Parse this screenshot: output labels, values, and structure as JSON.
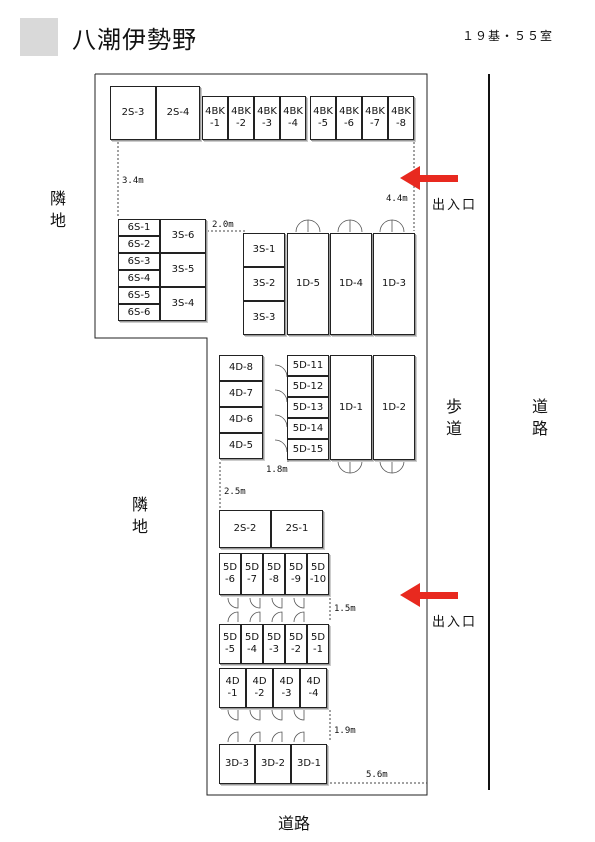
{
  "header": {
    "title": "八潮伊勢野",
    "summary": "１９基・５５室"
  },
  "side_labels": {
    "neighbor_top": "隣地",
    "neighbor_bottom": "隣地",
    "sidewalk": "歩道",
    "road_right": "道路",
    "road_bottom": "道路"
  },
  "entrances": [
    {
      "label": "出入口"
    },
    {
      "label": "出入口"
    }
  ],
  "dimensions": {
    "d1": "3.4m",
    "d2": "2.0m",
    "d3": "4.4m",
    "d4": "1.8m",
    "d5": "2.5m",
    "d6": "1.5m",
    "d7": "1.9m",
    "d8": "5.6m"
  },
  "units": {
    "s2_3": "2S-3",
    "s2_4": "2S-4",
    "bk1": "4BK\n-1",
    "bk2": "4BK\n-2",
    "bk3": "4BK\n-3",
    "bk4": "4BK\n-4",
    "bk5": "4BK\n-5",
    "bk6": "4BK\n-6",
    "bk7": "4BK\n-7",
    "bk8": "4BK\n-8",
    "s6_1": "6S-1",
    "s6_2": "6S-2",
    "s6_3": "6S-3",
    "s6_4": "6S-4",
    "s6_5": "6S-5",
    "s6_6": "6S-6",
    "s3_6": "3S-6",
    "s3_5": "3S-5",
    "s3_4": "3S-4",
    "s3_1": "3S-1",
    "s3_2": "3S-2",
    "s3_3": "3S-3",
    "d1_5": "1D-5",
    "d1_4": "1D-4",
    "d1_3": "1D-3",
    "d4_8": "4D-8",
    "d4_7": "4D-7",
    "d4_6": "4D-6",
    "d4_5": "4D-5",
    "d5_11": "5D-11",
    "d5_12": "5D-12",
    "d5_13": "5D-13",
    "d5_14": "5D-14",
    "d5_15": "5D-15",
    "d1_1": "1D-1",
    "d1_2": "1D-2",
    "s2_2": "2S-2",
    "s2_1": "2S-1",
    "d5_6": "5D\n-6",
    "d5_7": "5D\n-7",
    "d5_8": "5D\n-8",
    "d5_9": "5D\n-9",
    "d5_10": "5D\n-10",
    "d5_5": "5D\n-5",
    "d5_4": "5D\n-4",
    "d5_3": "5D\n-3",
    "d5_2": "5D\n-2",
    "d5_1": "5D\n-1",
    "d4_1": "4D\n-1",
    "d4_2": "4D\n-2",
    "d4_3": "4D\n-3",
    "d4_4": "4D\n-4",
    "d3_3": "3D-3",
    "d3_2": "3D-2",
    "d3_1": "3D-1"
  },
  "colors": {
    "arrow": "#e8291f",
    "logo": "#d9d9d9"
  }
}
